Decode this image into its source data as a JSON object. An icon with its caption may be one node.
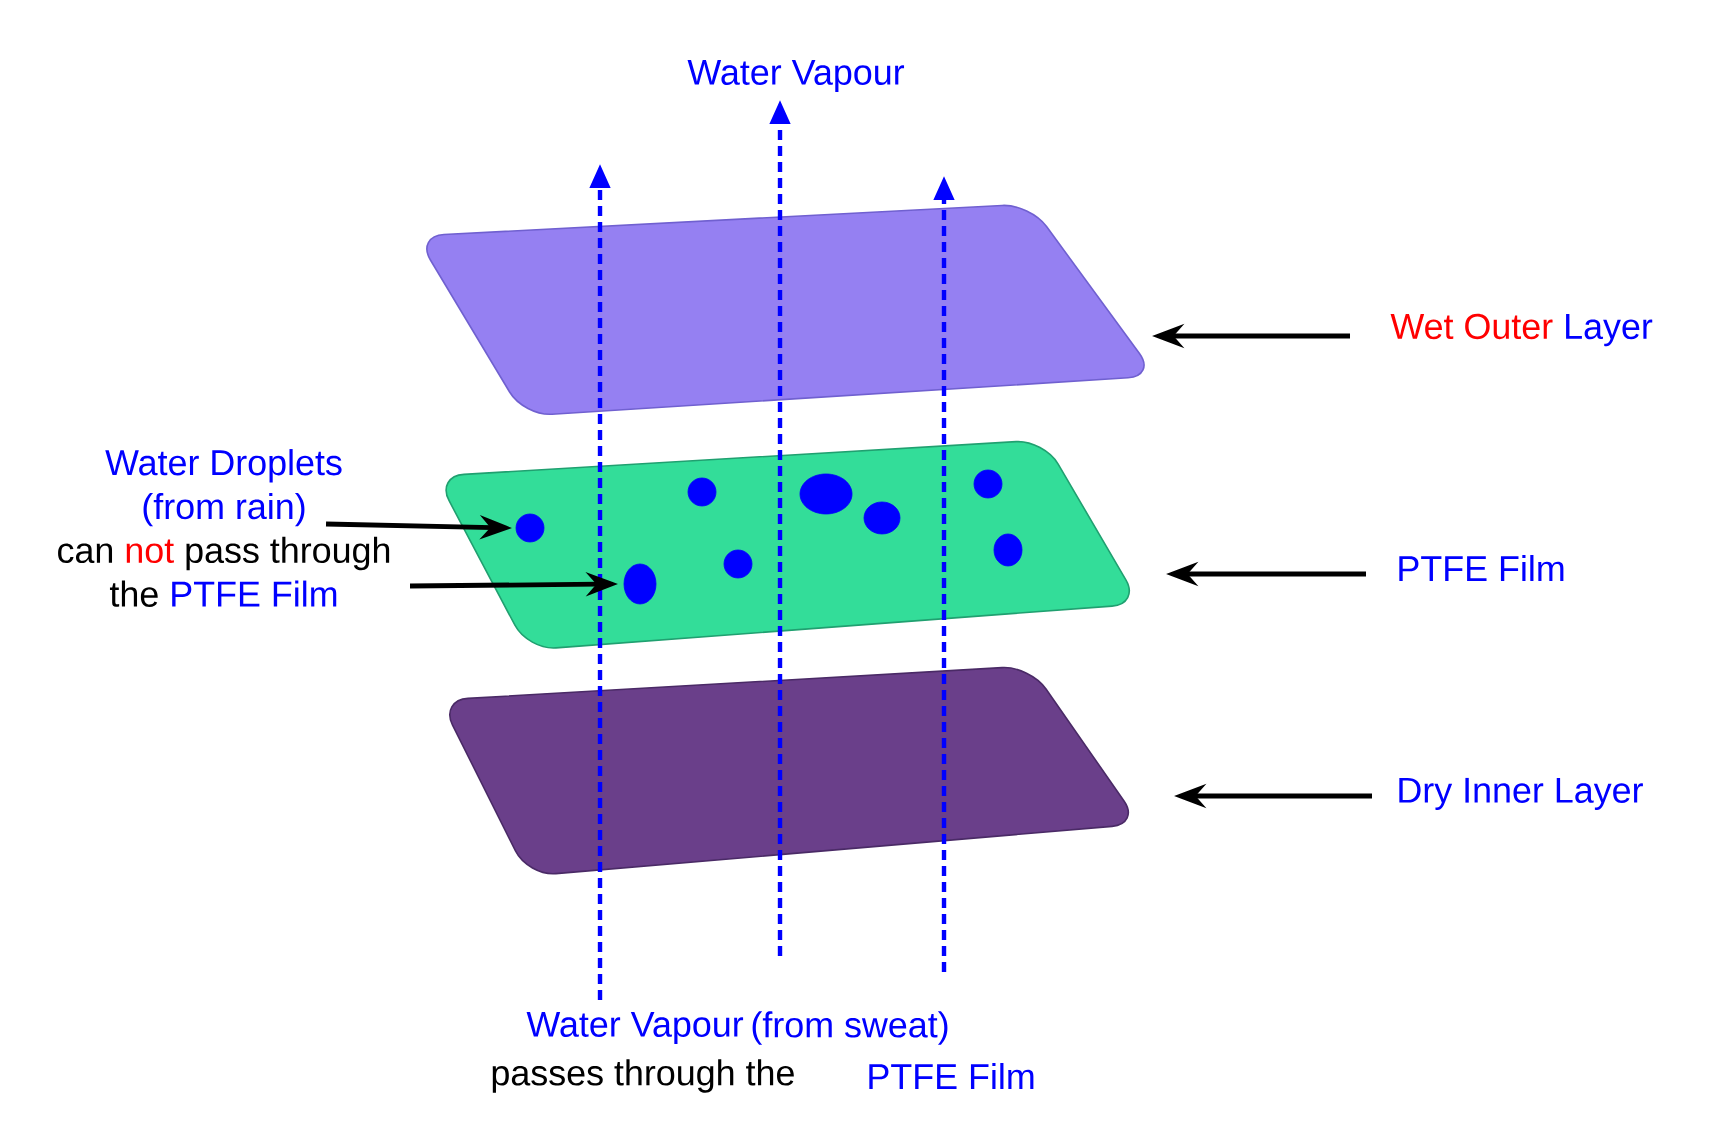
{
  "diagram": {
    "nodes": [
      {
        "text": [],
        "shape": "parallelogram"
      },
      {
        "text": [],
        "shape": "parallelogram"
      },
      {
        "text": [],
        "shape": "parallelogram"
      },
      {
        "text": [],
        "shape": "circle",
        "in": 1
      },
      {
        "text": [],
        "shape": "circle",
        "in": 1
      },
      {
        "text": [],
        "shape": "circle",
        "in": 1
      },
      {
        "text": [],
        "shape": "circle",
        "in": 1
      },
      {
        "text": [],
        "shape": "circle",
        "in": 1
      },
      {
        "text": [],
        "shape": "circle",
        "in": 1
      },
      {
        "text": [],
        "shape": "circle",
        "in": 1
      },
      {
        "text": [],
        "shape": "circle",
        "in": 1
      },
      {
        "text": [
          "Water Droplets",
          "(from rain)",
          "can",
          "not",
          "pass through",
          "the",
          "PTFE Film"
        ]
      },
      {
        "text": [
          "Wet Outer",
          "Layer"
        ]
      },
      {
        "text": [
          "PTFE Film"
        ]
      },
      {
        "text": [
          "Dry Inner Layer"
        ]
      }
    ],
    "edges": [
      {
        "from": 11,
        "to": 3,
        "arrow": "to"
      },
      {
        "from": 11,
        "to": 4,
        "arrow": "to"
      },
      {
        "from": 12,
        "to": 0,
        "arrow": "to"
      },
      {
        "from": 13,
        "to": 1,
        "arrow": "to"
      },
      {
        "from": 14,
        "to": 2,
        "arrow": "to"
      }
    ],
    "labels": [
      "Water Vapour",
      "Water Vapour",
      "(from sweat)",
      "passes through the",
      "PTFE Film"
    ]
  }
}
